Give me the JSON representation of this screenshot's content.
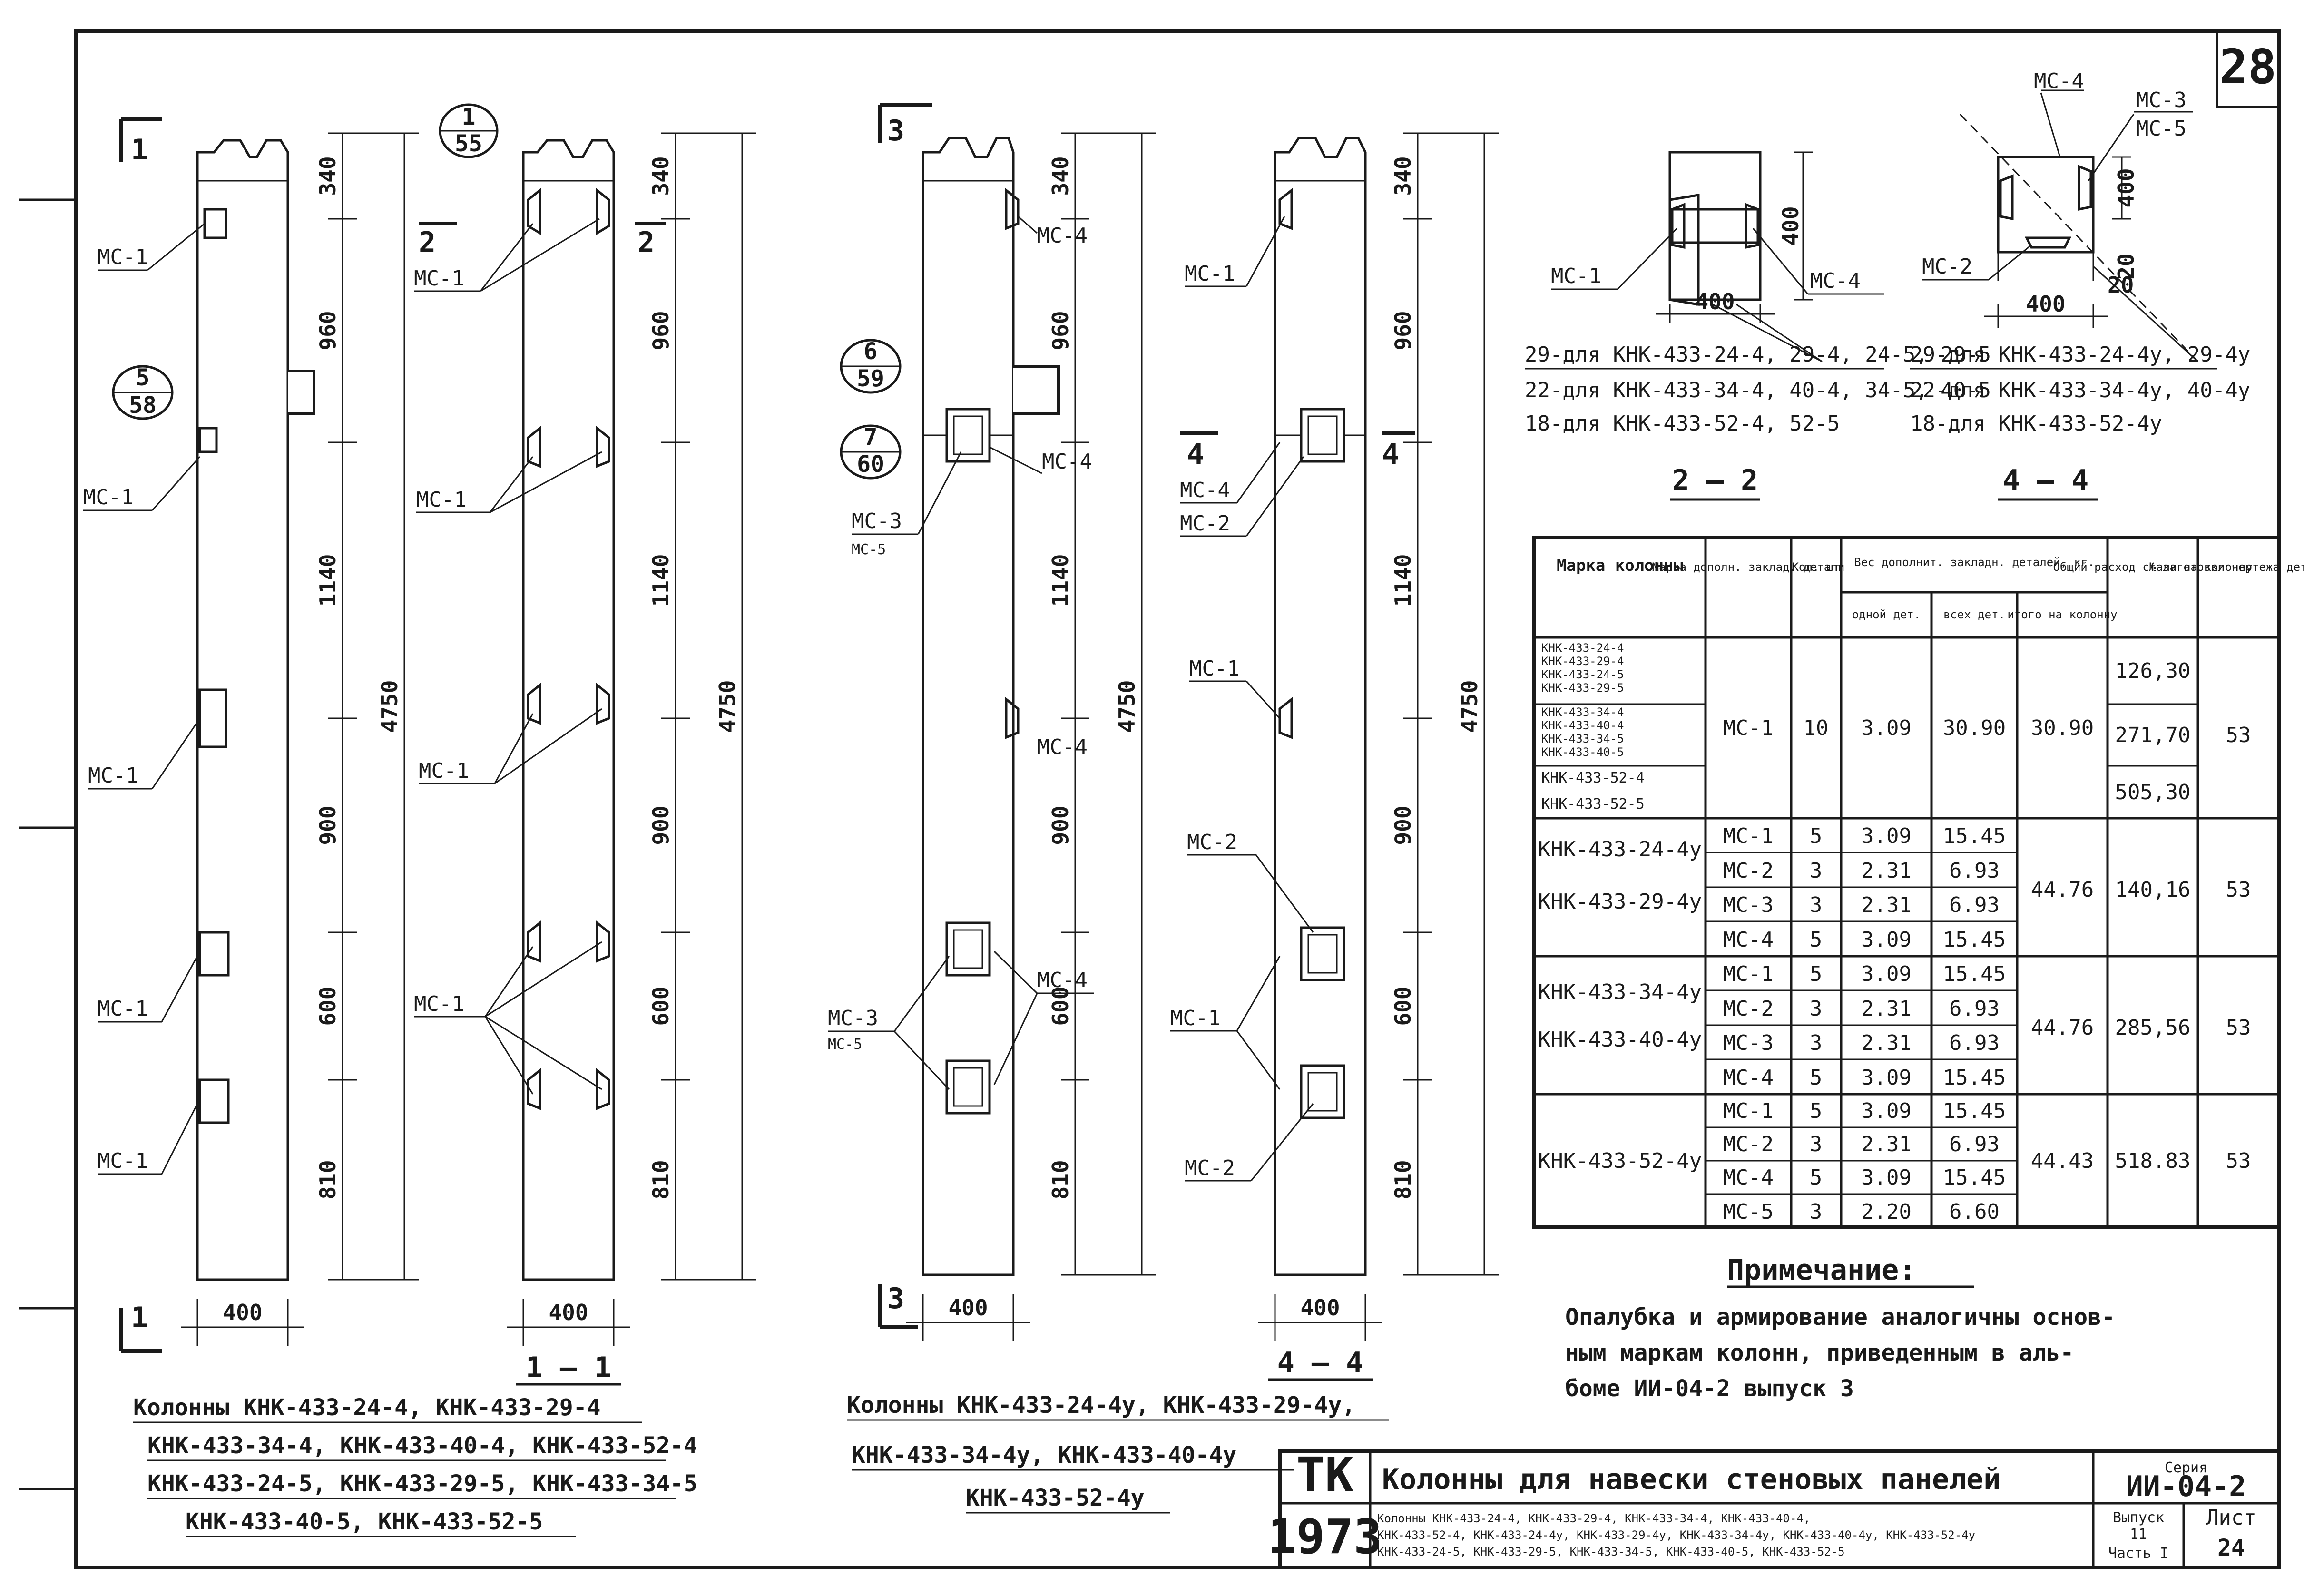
{
  "sheet": {
    "number": "28",
    "title_block": {
      "org": "ТК",
      "year": "1973",
      "title": "Колонны для навески стеновых панелей",
      "subtitle": [
        "Колонны КНК-433-24-4, КНК-433-29-4, КНК-433-34-4, КНК-433-40-4,",
        "КНК-433-52-4, КНК-433-24-4у, КНК-433-29-4у, КНК-433-34-4у, КНК-433-40-4у, КНК-433-52-4у",
        "КНК-433-24-5, КНК-433-29-5, КНК-433-34-5, КНК-433-40-5, КНК-433-52-5"
      ],
      "series_label": "Серия",
      "series": "ИИ-04-2",
      "issue_label": "Выпуск",
      "issue": "11",
      "part": "Часть I",
      "sheet_label": "Лист",
      "sheet": "24"
    }
  },
  "group1": {
    "section_mark": "1",
    "callout_a": {
      "top": "5",
      "bottom": "58"
    },
    "callout_b": {
      "top": "1",
      "bottom": "55"
    },
    "section_2": "2",
    "dims": [
      "340",
      "960",
      "1140",
      "900",
      "600",
      "810"
    ],
    "total": "4750",
    "width": "400",
    "labels": [
      "МС-1",
      "МС-1",
      "МС-1",
      "МС-1",
      "МС-1",
      "МС-1",
      "МС-1",
      "МС-1",
      "МС-1"
    ],
    "section_title": "1 — 1",
    "caption": [
      "Колонны КНК-433-24-4, КНК-433-29-4",
      "КНК-433-34-4, КНК-433-40-4, КНК-433-52-4",
      "КНК-433-24-5, КНК-433-29-5, КНК-433-34-5",
      "КНК-433-40-5, КНК-433-52-5"
    ]
  },
  "group2": {
    "section_mark": "3",
    "callout_a": {
      "top": "6",
      "bottom": "59"
    },
    "callout_b": {
      "top": "7",
      "bottom": "60"
    },
    "section_4": "4",
    "dims": [
      "340",
      "960",
      "1140",
      "900",
      "600",
      "810"
    ],
    "total": "4750",
    "width": "400",
    "labels": [
      "МС-4",
      "МС-4",
      "МС-4",
      "МС-3",
      "МС-5",
      "МС-3",
      "МС-5",
      "МС-4",
      "МС-1",
      "МС-4",
      "МС-2",
      "МС-1",
      "МС-2",
      "МС-1",
      "МС-2"
    ],
    "section_title": "4 — 4",
    "caption": [
      "Колонны КНК-433-24-4у, КНК-433-29-4у,",
      "КНК-433-34-4у, КНК-433-40-4у",
      "КНК-433-52-4у"
    ]
  },
  "sec22": {
    "title": "2 — 2",
    "dim_h": "400",
    "dim_v": "400",
    "labels": [
      "МС-1",
      "МС-4"
    ],
    "notes": [
      "29-для КНК-433-24-4, 29-4, 24-5, 29-5",
      "22-для КНК-433-34-4, 40-4, 34-5, 40-5",
      "18-для КНК-433-52-4, 52-5"
    ]
  },
  "sec44": {
    "title": "4 — 4",
    "dim_h": "400",
    "dim_v": "400",
    "dim_s1": "20",
    "dim_s2": "20",
    "labels": [
      "МС-4",
      "МС-3",
      "МС-5",
      "МС-2"
    ],
    "notes": [
      "29-для КНК-433-24-4у, 29-4у",
      "22-для КНК-433-34-4у, 40-4у",
      "18-для КНК-433-52-4у"
    ]
  },
  "table": {
    "headers": {
      "mark": "Марка колонны",
      "detail": "Марка дополн. заклад. детали",
      "qty": "Кол. шт",
      "weight": "Вес дополнит. закладн. деталей, кг.",
      "one": "одной дет.",
      "all": "всех дет.",
      "total": "итого на колонну",
      "steel": "Общий расход стали на колонну",
      "drawing": "№ заготовки чертежа детали"
    },
    "groups": [
      {
        "marks": [
          "КНК-433-24-4",
          "КНК-433-29-4",
          "КНК-433-24-5",
          "КНК-433-29-5",
          "КНК-433-34-4",
          "КНК-433-40-4",
          "КНК-433-34-5",
          "КНК-433-40-5",
          "КНК-433-52-4",
          "КНК-433-52-5"
        ],
        "rows": [
          {
            "detail": "МС-1",
            "qty": "10",
            "one": "3.09",
            "all": "30.90"
          }
        ],
        "total": "30.90",
        "steel": [
          "126,30",
          "271,70",
          "505,30"
        ],
        "drawing": "53"
      },
      {
        "marks": [
          "КНК-433-24-4у",
          "КНК-433-29-4у"
        ],
        "rows": [
          {
            "detail": "МС-1",
            "qty": "5",
            "one": "3.09",
            "all": "15.45"
          },
          {
            "detail": "МС-2",
            "qty": "3",
            "one": "2.31",
            "all": "6.93"
          },
          {
            "detail": "МС-3",
            "qty": "3",
            "one": "2.31",
            "all": "6.93"
          },
          {
            "detail": "МС-4",
            "qty": "5",
            "one": "3.09",
            "all": "15.45"
          }
        ],
        "total": "44.76",
        "steel": [
          "140,16"
        ],
        "drawing": "53"
      },
      {
        "marks": [
          "КНК-433-34-4у",
          "КНК-433-40-4у"
        ],
        "rows": [
          {
            "detail": "МС-1",
            "qty": "5",
            "one": "3.09",
            "all": "15.45"
          },
          {
            "detail": "МС-2",
            "qty": "3",
            "one": "2.31",
            "all": "6.93"
          },
          {
            "detail": "МС-3",
            "qty": "3",
            "one": "2.31",
            "all": "6.93"
          },
          {
            "detail": "МС-4",
            "qty": "5",
            "one": "3.09",
            "all": "15.45"
          }
        ],
        "total": "44.76",
        "steel": [
          "285,56"
        ],
        "drawing": "53"
      },
      {
        "marks": [
          "КНК-433-52-4у"
        ],
        "rows": [
          {
            "detail": "МС-1",
            "qty": "5",
            "one": "3.09",
            "all": "15.45"
          },
          {
            "detail": "МС-2",
            "qty": "3",
            "one": "2.31",
            "all": "6.93"
          },
          {
            "detail": "МС-4",
            "qty": "5",
            "one": "3.09",
            "all": "15.45"
          },
          {
            "detail": "МС-5",
            "qty": "3",
            "one": "2.20",
            "all": "6.60"
          }
        ],
        "total": "44.43",
        "steel": [
          "518.83"
        ],
        "drawing": "53"
      }
    ]
  },
  "note": {
    "title": "Примечание:",
    "lines": [
      "Опалубка и армирование аналогичны основ-",
      "ным маркам колонн, приведенным в аль-",
      "боме ИИ-04-2 выпуск 3"
    ]
  }
}
